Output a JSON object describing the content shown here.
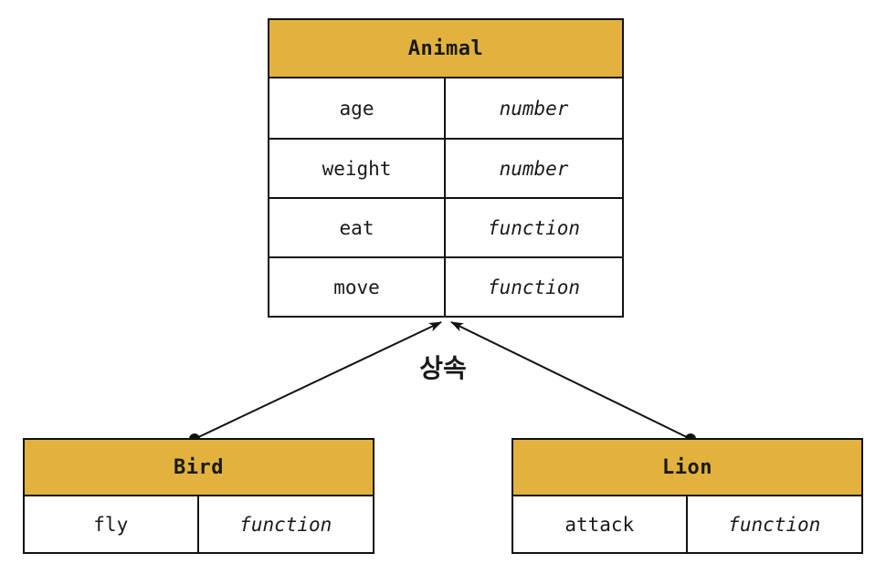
{
  "diagram": {
    "inheritance_label": "상속",
    "colors": {
      "header_fill": "#E3B23E",
      "border": "#111111",
      "background": "#FFFFFF",
      "connector": "#111111"
    },
    "classes": {
      "animal": {
        "title": "Animal",
        "members": [
          {
            "name": "age",
            "type": "number"
          },
          {
            "name": "weight",
            "type": "number"
          },
          {
            "name": "eat",
            "type": "function"
          },
          {
            "name": "move",
            "type": "function"
          }
        ]
      },
      "bird": {
        "title": "Bird",
        "members": [
          {
            "name": "fly",
            "type": "function"
          }
        ]
      },
      "lion": {
        "title": "Lion",
        "members": [
          {
            "name": "attack",
            "type": "function"
          }
        ]
      }
    }
  }
}
